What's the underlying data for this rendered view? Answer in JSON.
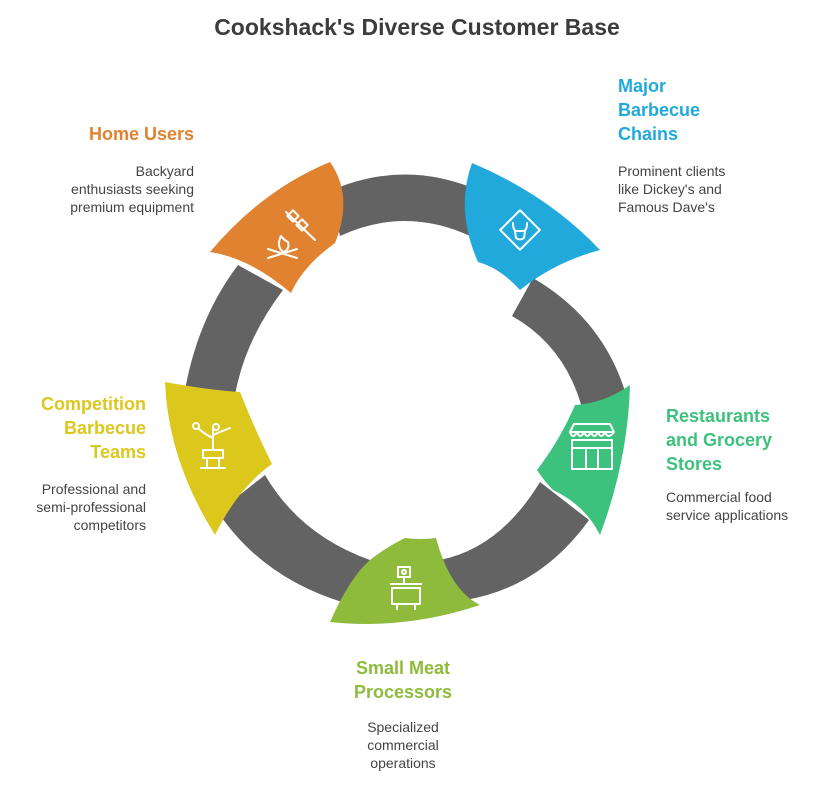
{
  "title": "Cookshack's Diverse Customer Base",
  "colors": {
    "ring": "#636363",
    "home": "#e0822f",
    "chains": "#21a9dc",
    "restaurants": "#3cc27d",
    "processors": "#8ebb3c",
    "competition": "#dcc81d"
  },
  "segments": [
    {
      "key": "home",
      "icon": "campfire-skewer-icon",
      "label_lines": [
        "Home Users"
      ],
      "desc_lines": [
        "Backyard",
        "enthusiasts seeking",
        "premium equipment"
      ]
    },
    {
      "key": "chains",
      "icon": "bull-sign-icon",
      "label_lines": [
        "Major",
        "Barbecue",
        "Chains"
      ],
      "desc_lines": [
        "Prominent clients",
        "like Dickey's and",
        "Famous Dave's"
      ]
    },
    {
      "key": "restaurants",
      "icon": "storefront-icon",
      "label_lines": [
        "Restaurants",
        "and Grocery",
        "Stores"
      ],
      "desc_lines": [
        "Commercial food",
        "service applications"
      ]
    },
    {
      "key": "processors",
      "icon": "meat-scale-icon",
      "label_lines": [
        "Small Meat",
        "Processors"
      ],
      "desc_lines": [
        "Specialized",
        "commercial",
        "operations"
      ]
    },
    {
      "key": "competition",
      "icon": "trophy-grill-icon",
      "label_lines": [
        "Competition",
        "Barbecue",
        "Teams"
      ],
      "desc_lines": [
        "Professional and",
        "semi-professional",
        "competitors"
      ]
    }
  ]
}
